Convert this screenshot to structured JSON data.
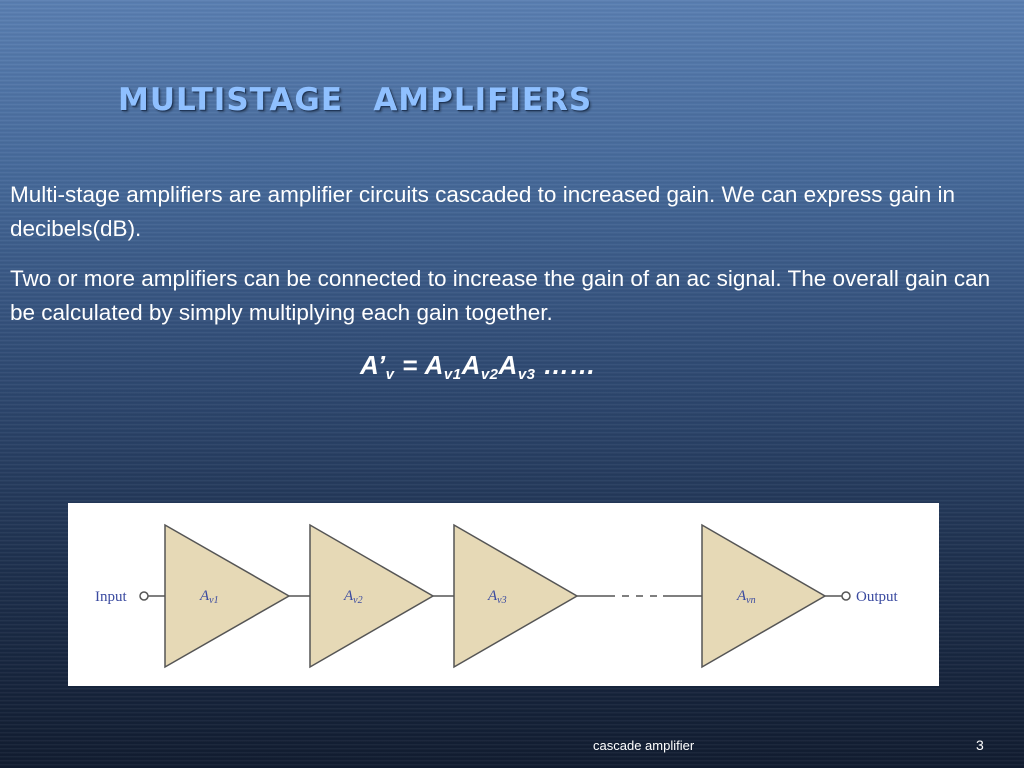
{
  "slide": {
    "title": "Multistage  amplifiers",
    "paragraphs": [
      "Multi-stage amplifiers are amplifier circuits cascaded to increased gain. We can express gain in decibels(dB).",
      "Two or more amplifiers can be connected to increase the gain of an ac signal. The overall gain can be calculated by simply multiplying each gain together."
    ],
    "formula": {
      "lhs": "A’",
      "lhs_sub": "v",
      "equals": " = ",
      "terms": [
        {
          "base": "A",
          "sub": "v1"
        },
        {
          "base": "A",
          "sub": "v2"
        },
        {
          "base": "A",
          "sub": "v3"
        }
      ],
      "tail": " ……"
    }
  },
  "diagram": {
    "input_label": "Input",
    "output_label": "Output",
    "stages": [
      {
        "base": "A",
        "sub": "v1"
      },
      {
        "base": "A",
        "sub": "v2"
      },
      {
        "base": "A",
        "sub": "v3"
      },
      {
        "base": "A",
        "sub": "vn"
      }
    ],
    "colors": {
      "fill": "#e6d9b6",
      "stroke": "#555555",
      "label": "#3a4aa0"
    }
  },
  "footer": {
    "label": "cascade amplifier",
    "page": "3"
  }
}
